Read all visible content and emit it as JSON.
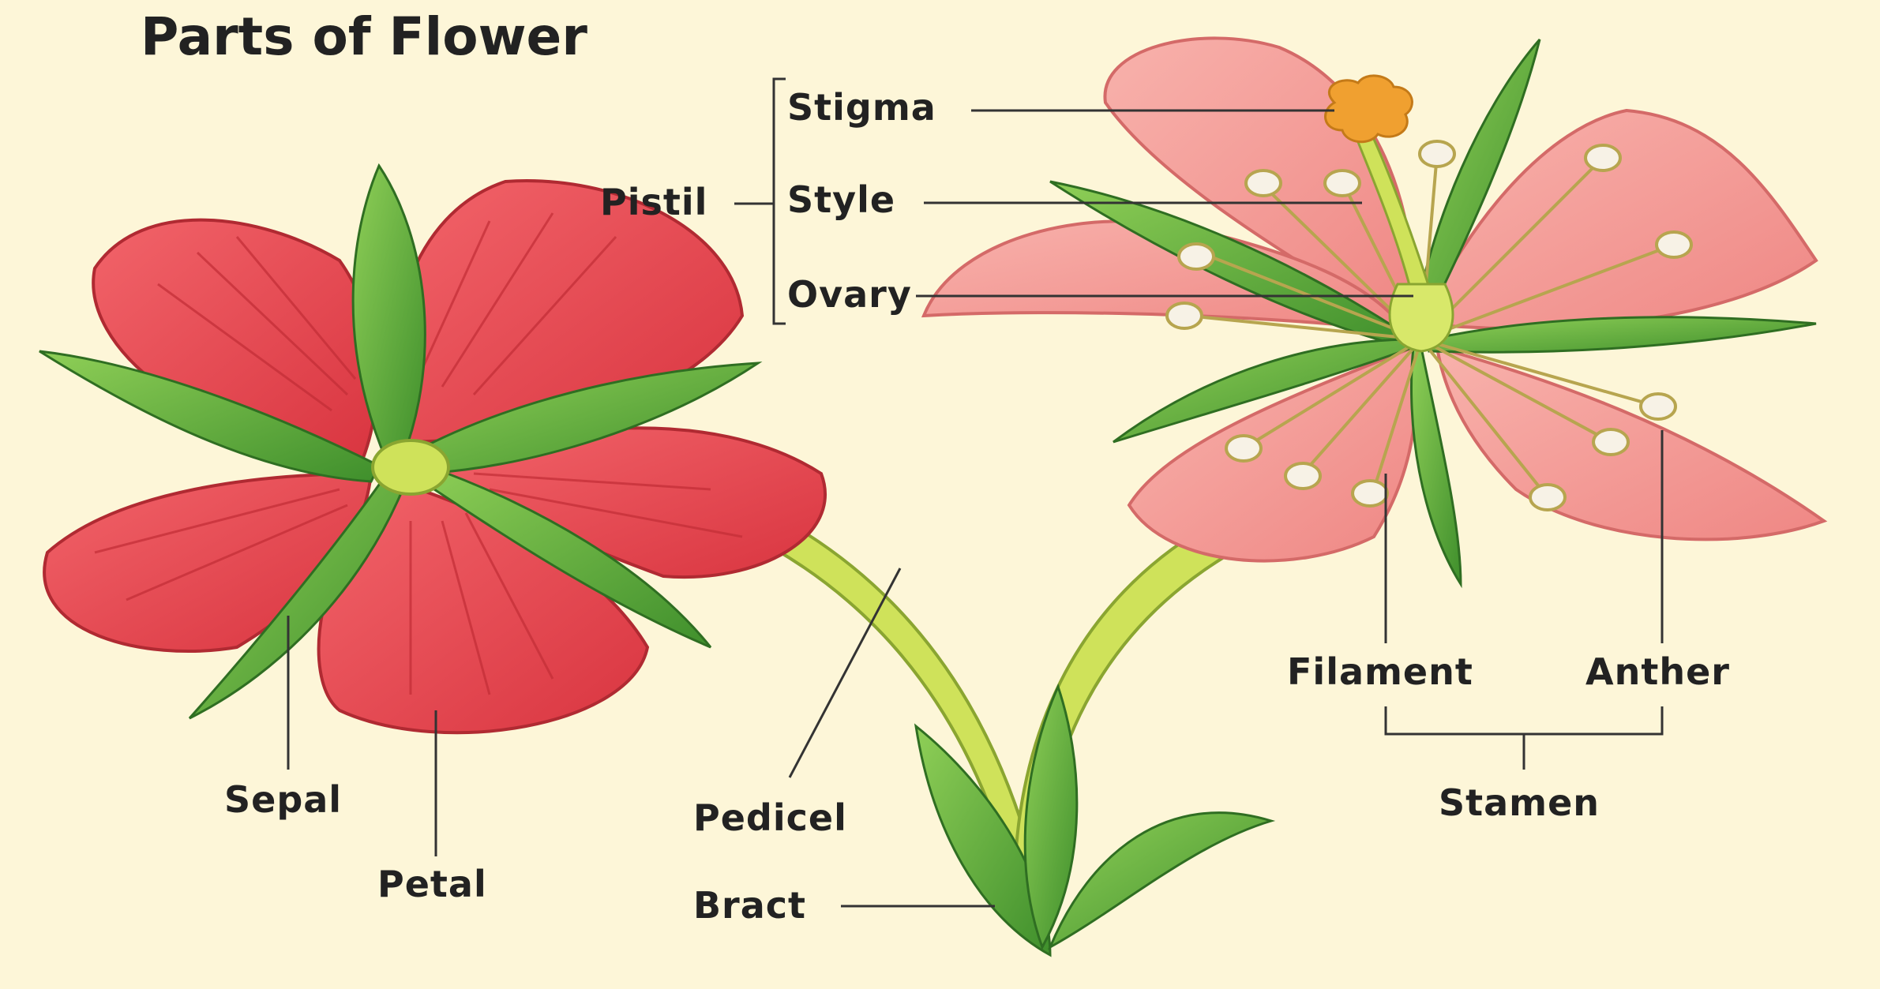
{
  "title": "Parts of Flower",
  "labels": {
    "stigma": "Stigma",
    "style": "Style",
    "ovary": "Ovary",
    "pistil": "Pistil",
    "sepal": "Sepal",
    "petal": "Petal",
    "pedicel": "Pedicel",
    "bract": "Bract",
    "filament": "Filament",
    "anther": "Anther",
    "stamen": "Stamen"
  },
  "colors": {
    "background": "#fdf6d8",
    "red_petal": "#e8434c",
    "pink_petal": "#f59a98",
    "sepal_green": "#58a83a",
    "stem": "#cfe25a",
    "stigma": "#f0a030",
    "leader_line": "#333333"
  }
}
